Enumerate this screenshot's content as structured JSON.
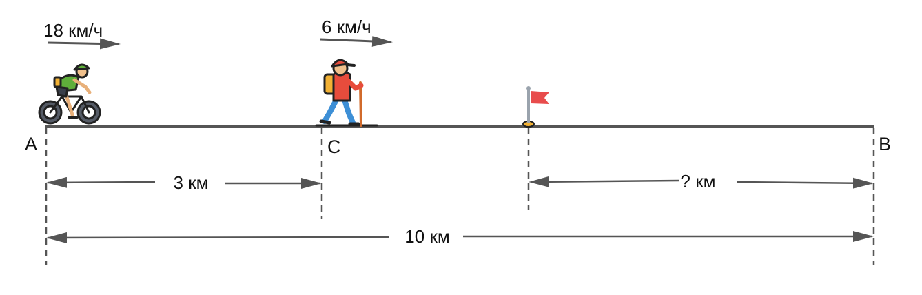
{
  "points": {
    "a": "A",
    "c": "C",
    "b": "B"
  },
  "speeds": {
    "cyclist": "18 км/ч",
    "hiker": "6 км/ч"
  },
  "distances": {
    "ac": "3 км",
    "flag_b": "? км",
    "ab": "10 км"
  },
  "icons": {
    "cyclist": "cyclist-icon",
    "hiker": "hiker-icon",
    "flag": "flag-icon"
  },
  "colors": {
    "line": "#555555",
    "flag": "#e84c4c",
    "cyclist_shirt": "#5fae3a",
    "hiker_shirt": "#e74c3c",
    "hiker_pants": "#3d8fd6"
  }
}
